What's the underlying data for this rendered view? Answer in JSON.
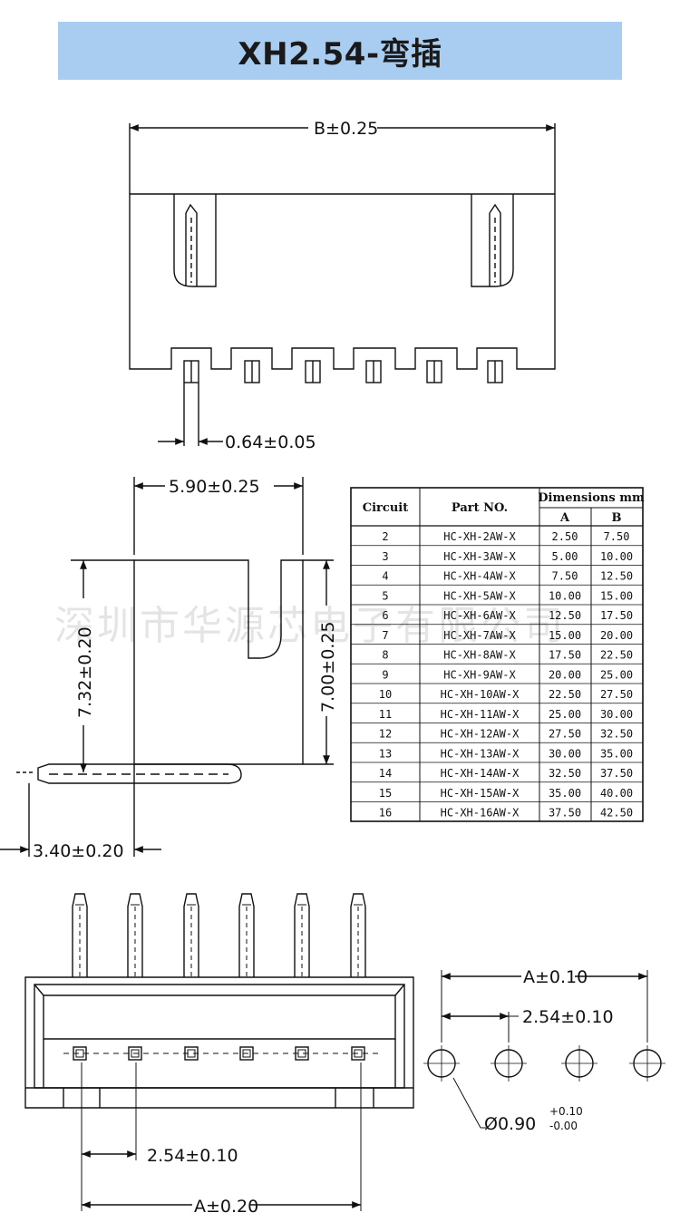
{
  "title": "XH2.54-弯插",
  "watermark": "深圳市华源芯电子有限公司",
  "dimensions": {
    "top_width": "B±0.25",
    "pin_width": "0.64±0.05",
    "side_depth": "5.90±0.25",
    "side_height_left": "7.32±0.20",
    "side_height_right": "7.00±0.25",
    "pin_offset": "3.40±0.20",
    "front_pitch": "2.54±0.10",
    "front_span": "A±0.20",
    "pcb_span": "A±0.10",
    "pcb_pitch": "2.54±0.10",
    "hole_diameter": "Ø0.90",
    "hole_tol_plus": "+0.10",
    "hole_tol_minus": "-0.00"
  },
  "table": {
    "headers": {
      "circuit": "Circuit",
      "part": "Part NO.",
      "dims": "Dimensions mm",
      "a": "A",
      "b": "B"
    },
    "rows": [
      {
        "circuit": "2",
        "part": "HC-XH-2AW-X",
        "a": "2.50",
        "b": "7.50"
      },
      {
        "circuit": "3",
        "part": "HC-XH-3AW-X",
        "a": "5.00",
        "b": "10.00"
      },
      {
        "circuit": "4",
        "part": "HC-XH-4AW-X",
        "a": "7.50",
        "b": "12.50"
      },
      {
        "circuit": "5",
        "part": "HC-XH-5AW-X",
        "a": "10.00",
        "b": "15.00"
      },
      {
        "circuit": "6",
        "part": "HC-XH-6AW-X",
        "a": "12.50",
        "b": "17.50"
      },
      {
        "circuit": "7",
        "part": "HC-XH-7AW-X",
        "a": "15.00",
        "b": "20.00"
      },
      {
        "circuit": "8",
        "part": "HC-XH-8AW-X",
        "a": "17.50",
        "b": "22.50"
      },
      {
        "circuit": "9",
        "part": "HC-XH-9AW-X",
        "a": "20.00",
        "b": "25.00"
      },
      {
        "circuit": "10",
        "part": "HC-XH-10AW-X",
        "a": "22.50",
        "b": "27.50"
      },
      {
        "circuit": "11",
        "part": "HC-XH-11AW-X",
        "a": "25.00",
        "b": "30.00"
      },
      {
        "circuit": "12",
        "part": "HC-XH-12AW-X",
        "a": "27.50",
        "b": "32.50"
      },
      {
        "circuit": "13",
        "part": "HC-XH-13AW-X",
        "a": "30.00",
        "b": "35.00"
      },
      {
        "circuit": "14",
        "part": "HC-XH-14AW-X",
        "a": "32.50",
        "b": "37.50"
      },
      {
        "circuit": "15",
        "part": "HC-XH-15AW-X",
        "a": "35.00",
        "b": "40.00"
      },
      {
        "circuit": "16",
        "part": "HC-XH-16AW-X",
        "a": "37.50",
        "b": "42.50"
      }
    ]
  },
  "colors": {
    "title_bar": "#a8cdf1",
    "line": "#111111"
  }
}
